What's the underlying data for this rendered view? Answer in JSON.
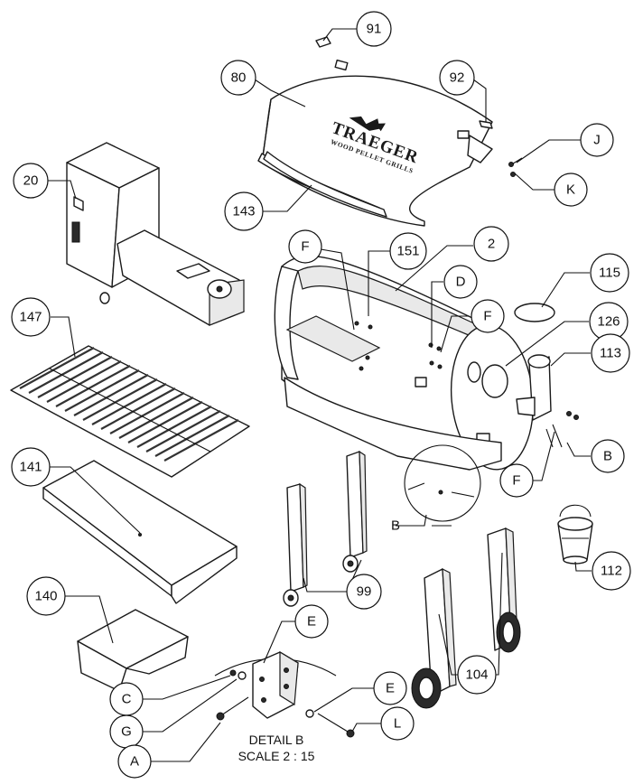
{
  "brand": {
    "name": "TRAEGER",
    "tagline": "WOOD PELLET GRILLS"
  },
  "detail": {
    "title": "DETAIL B",
    "scale": "SCALE 2 : 15"
  },
  "callouts": [
    {
      "id": "c91",
      "label": "91"
    },
    {
      "id": "c80",
      "label": "80"
    },
    {
      "id": "c92",
      "label": "92"
    },
    {
      "id": "cJ",
      "label": "J"
    },
    {
      "id": "cK",
      "label": "K"
    },
    {
      "id": "c20",
      "label": "20"
    },
    {
      "id": "c143",
      "label": "143"
    },
    {
      "id": "cF1",
      "label": "F"
    },
    {
      "id": "c151",
      "label": "151"
    },
    {
      "id": "c2",
      "label": "2"
    },
    {
      "id": "c115",
      "label": "115"
    },
    {
      "id": "cD",
      "label": "D"
    },
    {
      "id": "cF2",
      "label": "F"
    },
    {
      "id": "c126",
      "label": "126"
    },
    {
      "id": "c147",
      "label": "147"
    },
    {
      "id": "c113",
      "label": "113"
    },
    {
      "id": "cB1",
      "label": "B"
    },
    {
      "id": "cF3",
      "label": "F"
    },
    {
      "id": "c141",
      "label": "141"
    },
    {
      "id": "c112",
      "label": "112"
    },
    {
      "id": "c99",
      "label": "99"
    },
    {
      "id": "c140",
      "label": "140"
    },
    {
      "id": "cE1",
      "label": "E"
    },
    {
      "id": "c104",
      "label": "104"
    },
    {
      "id": "cC",
      "label": "C"
    },
    {
      "id": "cE2",
      "label": "E"
    },
    {
      "id": "cG",
      "label": "G"
    },
    {
      "id": "cL",
      "label": "L"
    },
    {
      "id": "cA",
      "label": "A"
    }
  ],
  "detail_marker": "B"
}
